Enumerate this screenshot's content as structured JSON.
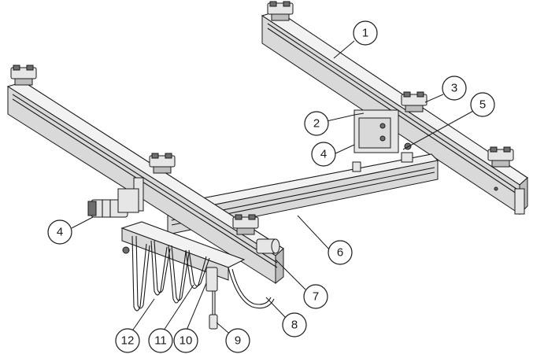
{
  "diagram": {
    "callouts": [
      {
        "id": "c1",
        "label": "1"
      },
      {
        "id": "c2",
        "label": "2"
      },
      {
        "id": "c3",
        "label": "3"
      },
      {
        "id": "c4a",
        "label": "4"
      },
      {
        "id": "c4b",
        "label": "4"
      },
      {
        "id": "c5",
        "label": "5"
      },
      {
        "id": "c6",
        "label": "6"
      },
      {
        "id": "c7",
        "label": "7"
      },
      {
        "id": "c8",
        "label": "8"
      },
      {
        "id": "c9",
        "label": "9"
      },
      {
        "id": "c10",
        "label": "10"
      },
      {
        "id": "c11",
        "label": "11"
      },
      {
        "id": "c12",
        "label": "12"
      }
    ]
  }
}
